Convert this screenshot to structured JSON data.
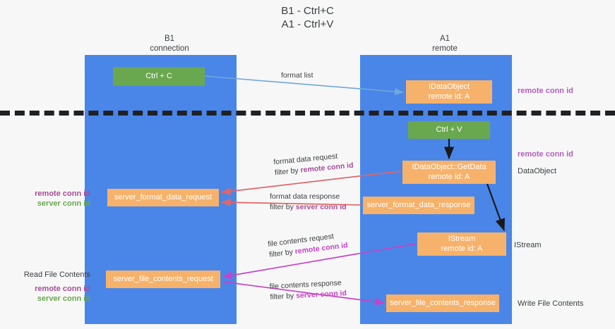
{
  "title": "B1 - Ctrl+C\nA1 - Ctrl+V",
  "columns": {
    "left": {
      "name": "B1",
      "role": "connection",
      "text": "B1\nconnection"
    },
    "right": {
      "name": "A1",
      "role": "remote",
      "text": "A1\nremote"
    }
  },
  "nodes": {
    "ctrl_c": {
      "label": "Ctrl + C",
      "color": "#6aa84f",
      "lane": "B1"
    },
    "idataobject": {
      "label": "IDataObject\nremote id: A",
      "color": "#f6b26b",
      "lane": "A1"
    },
    "ctrl_v": {
      "label": "Ctrl + V",
      "color": "#6aa84f",
      "lane": "A1"
    },
    "idataobject_getdata": {
      "label": "IDataObject::GetData\nremote id: A",
      "color": "#f6b26b",
      "lane": "A1"
    },
    "server_format_data_request": {
      "label": "server_format_data_request",
      "color": "#f6b26b",
      "lane": "B1"
    },
    "server_format_data_response": {
      "label": "server_format_data_response",
      "color": "#f6b26b",
      "lane": "A1"
    },
    "istream": {
      "label": "IStream\nremote id: A",
      "color": "#f6b26b",
      "lane": "A1"
    },
    "server_file_contents_request": {
      "label": "server_file_contents_request",
      "color": "#f6b26b",
      "lane": "B1"
    },
    "server_file_contents_response": {
      "label": "server_file_contents_response",
      "color": "#f6b26b",
      "lane": "A1"
    }
  },
  "edges": {
    "format_list": {
      "label": "format list",
      "color": "#6fa8dc"
    },
    "format_data_request": {
      "label": "format data request",
      "filter_prefix": "filter by ",
      "filter_key": "remote conn id",
      "color": "#e06666"
    },
    "format_data_response": {
      "label": "format data response",
      "filter_prefix": "filter by ",
      "filter_key": "server conn id",
      "color": "#e06666"
    },
    "file_contents_request": {
      "label": "file contents request",
      "filter_prefix": "filter by ",
      "filter_key": "remote conn id",
      "color": "#c742c7"
    },
    "file_contents_response": {
      "label": "file contents response",
      "filter_prefix": "filter by ",
      "filter_key": "server conn id",
      "color": "#c742c7"
    }
  },
  "annotations": {
    "left_1": {
      "remote": "remote conn id",
      "server": "server conn id"
    },
    "left_2": {
      "heading": "Read File Contents",
      "remote": "remote conn id",
      "server": "server conn id"
    },
    "right_1": "remote conn id",
    "right_2": "remote conn id",
    "right_3": "DataObject",
    "right_4": "IStream",
    "right_5": "Write File Contents"
  },
  "colors": {
    "lane": "#4a86e8",
    "green_node": "#6aa84f",
    "orange_node": "#f6b26b",
    "divider": "#202124",
    "blue_arrow": "#6fa8dc",
    "red_arrow": "#e06666",
    "magenta_arrow": "#c742c7",
    "purple_text": "#a64d9a",
    "green_text": "#6aa84f",
    "background": "#f7f7f7"
  }
}
